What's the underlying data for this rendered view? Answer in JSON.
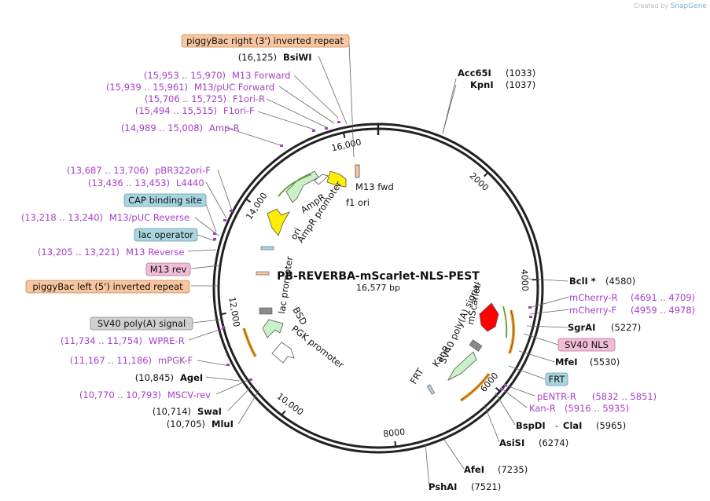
{
  "credit": {
    "prefix": "Created by",
    "brand": "SnapGene"
  },
  "plasmid": {
    "name": "PB-REVERBA-mScarlet-NLS-PEST",
    "length": "16,577 bp"
  },
  "ticks": [
    "2000",
    "4000",
    "6000",
    "8000",
    "10,000",
    "12,000",
    "14,000",
    "16,000"
  ],
  "features": {
    "m13_fwd": "M13 fwd",
    "f1_ori": "f1 ori",
    "ampr": "AmpR",
    "ampr_promoter": "AmpR promoter",
    "ori": "ori",
    "lac_promoter": "lac promoter",
    "bsd": "BSD",
    "pgk_promoter": "PGK promoter",
    "sv40_signal_inner": "SV40 poly(A) signal",
    "mscarlet": "mScarlet-",
    "kanr": "KanR",
    "frt_inner": "FRT"
  },
  "boxes": {
    "pb_right": "piggyBac right (3') inverted repeat",
    "cap": "CAP binding site",
    "lac_operator": "lac operator",
    "m13_rev": "M13 rev",
    "pb_left": "piggyBac left (5') inverted repeat",
    "sv40_signal": "SV40 poly(A) signal",
    "sv40_nls": "SV40 NLS",
    "frt": "FRT"
  },
  "colors": {
    "orange_box": "#f7c59f",
    "teal_box": "#a9d5e0",
    "pink_box": "#f0bcd6",
    "gray_box": "#cfcfcf",
    "primer": "#a63ecb",
    "ampr_arrow": "#c9f2c9",
    "ori_arrow": "#ffee00",
    "mscarlet_arrow": "#ff0000"
  },
  "left_labels": {
    "bsiwi_pos": "(16,125)",
    "bsiwi": "BsiWI",
    "m13fwd_rng": "(15,953 .. 15,970)",
    "m13fwd": "M13 Forward",
    "m13puc_rng": "(15,939 .. 15,961)",
    "m13puc": "M13/pUC Forward",
    "f1orir_rng": "(15,706 .. 15,725)",
    "f1orir": "F1ori-R",
    "f1orif_rng": "(15,494 .. 15,515)",
    "f1orif": "F1ori-F",
    "ampr_rng": "(14,989 .. 15,008)",
    "amprp": "Amp-R",
    "pbr_rng": "(13,687 .. 13,706)",
    "pbr": "pBR322ori-F",
    "l4440_rng": "(13,436 .. 13,453)",
    "l4440": "L4440",
    "m13pucrev_rng": "(13,218 .. 13,240)",
    "m13pucrev": "M13/pUC Reverse",
    "m13rev_rng": "(13,205 .. 13,221)",
    "m13rev": "M13 Reverse",
    "wpre_rng": "(11,734 .. 11,754)",
    "wpre": "WPRE-R",
    "mpgk_rng": "(11,167 .. 11,186)",
    "mpgk": "mPGK-F",
    "agei_pos": "(10,845)",
    "agei": "AgeI",
    "mscv_rng": "(10,770 .. 10,793)",
    "mscv": "MSCV-rev",
    "swai_pos": "(10,714)",
    "swai": "SwaI",
    "mlui_pos": "(10,705)",
    "mlui": "MluI"
  },
  "right_labels": {
    "acc65i": "Acc65I",
    "acc65i_pos": "(1033)",
    "kpni": "KpnI",
    "kpni_pos": "(1037)",
    "bcli": "BclI *",
    "bcli_pos": "(4580)",
    "mcherryr": "mCherry-R",
    "mcherryr_rng": "(4691 .. 4709)",
    "mcherryf": "mCherry-F",
    "mcherryf_rng": "(4959 .. 4978)",
    "sgrai": "SgrAI",
    "sgrai_pos": "(5227)",
    "mfei": "MfeI",
    "mfei_pos": "(5530)",
    "pentr": "pENTR-R",
    "pentr_rng": "(5832 .. 5851)",
    "kanrp": "Kan-R",
    "kanrp_rng": "(5916 .. 5935)",
    "bspdi": "BspDI",
    "dash": "-",
    "clai": "ClaI",
    "bspdi_pos": "(5965)",
    "asisi": "AsiSI",
    "asisi_pos": "(6274)",
    "afei": "AfeI",
    "afei_pos": "(7235)",
    "pshai": "PshAI",
    "pshai_pos": "(7521)"
  }
}
